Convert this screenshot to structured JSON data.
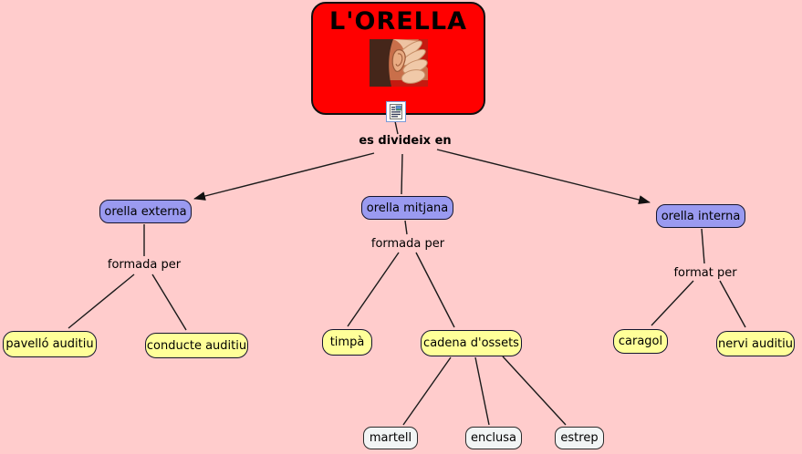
{
  "root": {
    "title": "L'ORELLA",
    "image": "ear-photo",
    "resource_icon": "attached-resource-icon"
  },
  "linking_phrases": {
    "divide": "es divideix en",
    "externa": "formada per",
    "mitjana": "formada per",
    "interna": "format per"
  },
  "nodes": {
    "externa": "orella externa",
    "mitjana": "orella mitjana",
    "interna": "orella interna",
    "pavello": "pavelló auditiu",
    "conducte": "conducte auditiu",
    "timpa": "timpà",
    "cadena": "cadena d'ossets",
    "caragol": "caragol",
    "nervi": "nervi auditiu",
    "martell": "martell",
    "enclusa": "enclusa",
    "estrep": "estrep"
  },
  "relations": [
    {
      "from": "L'ORELLA",
      "phrase": "es divideix en",
      "to": [
        "orella externa",
        "orella mitjana",
        "orella interna"
      ]
    },
    {
      "from": "orella externa",
      "phrase": "formada per",
      "to": [
        "pavelló auditiu",
        "conducte auditiu"
      ]
    },
    {
      "from": "orella mitjana",
      "phrase": "formada per",
      "to": [
        "timpà",
        "cadena d'ossets"
      ]
    },
    {
      "from": "orella interna",
      "phrase": "format per",
      "to": [
        "caragol",
        "nervi auditiu"
      ]
    },
    {
      "from": "cadena d'ossets",
      "phrase": "",
      "to": [
        "martell",
        "enclusa",
        "estrep"
      ]
    }
  ],
  "colors": {
    "background": "#ffcccc",
    "root_box": "#ff0000",
    "level1_box": "#9a9af0",
    "level2_box": "#ffff99",
    "level3_box": "#f2f5f5",
    "line": "#1a1a1a"
  }
}
